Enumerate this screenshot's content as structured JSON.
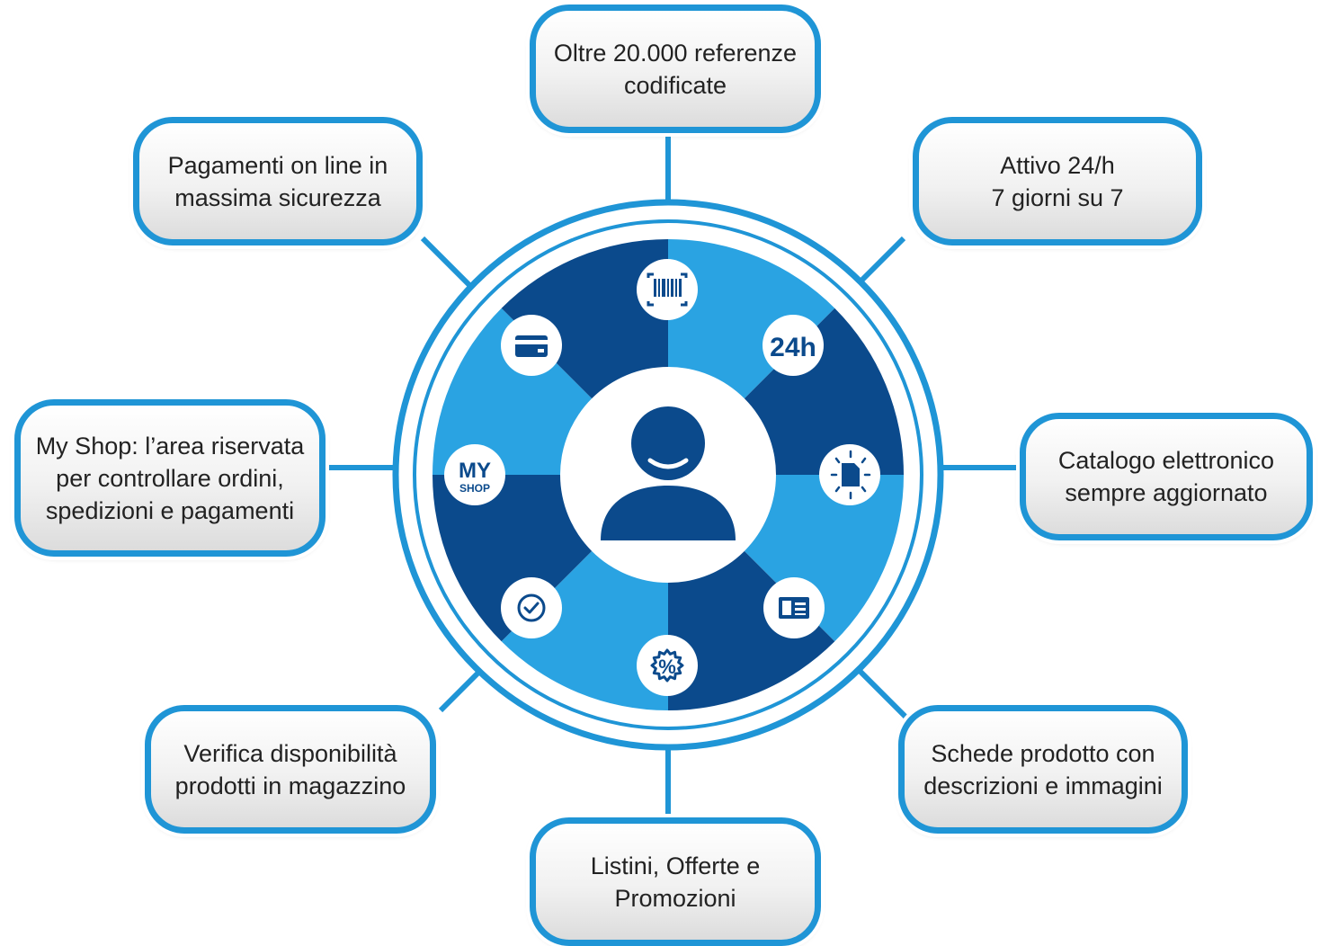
{
  "colors": {
    "accent": "#1f95d6",
    "dark": "#0b4a8c",
    "light": "#2aa3e2",
    "text": "#222222"
  },
  "hub": {
    "center_icon": "user-avatar-icon",
    "segment_icons": [
      "barcode-icon",
      "24h-icon",
      "catalog-document-icon",
      "product-sheet-icon",
      "discount-badge-icon",
      "check-circle-icon",
      "my-shop-icon",
      "credit-card-icon"
    ],
    "clock_label": "24h",
    "myshop_line1": "MY",
    "myshop_line2": "SHOP"
  },
  "features": {
    "referenze": {
      "line1": "Oltre 20.000 referenze",
      "line2": "codificate"
    },
    "attivo": {
      "line1": "Attivo 24/h",
      "line2": "7 giorni su 7"
    },
    "catalogo": {
      "line1": "Catalogo elettronico",
      "line2": "sempre aggiornato"
    },
    "schede": {
      "line1": "Schede prodotto con",
      "line2": "descrizioni e immagini"
    },
    "listini": {
      "line1": "Listini, Offerte e",
      "line2": "Promozioni"
    },
    "verifica": {
      "line1": "Verifica disponibilità",
      "line2": "prodotti in magazzino"
    },
    "myshop": {
      "line1": "My Shop: l’area riservata",
      "line2": "per controllare ordini,",
      "line3": "spedizioni e pagamenti"
    },
    "pagamenti": {
      "line1": "Pagamenti on line in",
      "line2": "massima sicurezza"
    }
  }
}
